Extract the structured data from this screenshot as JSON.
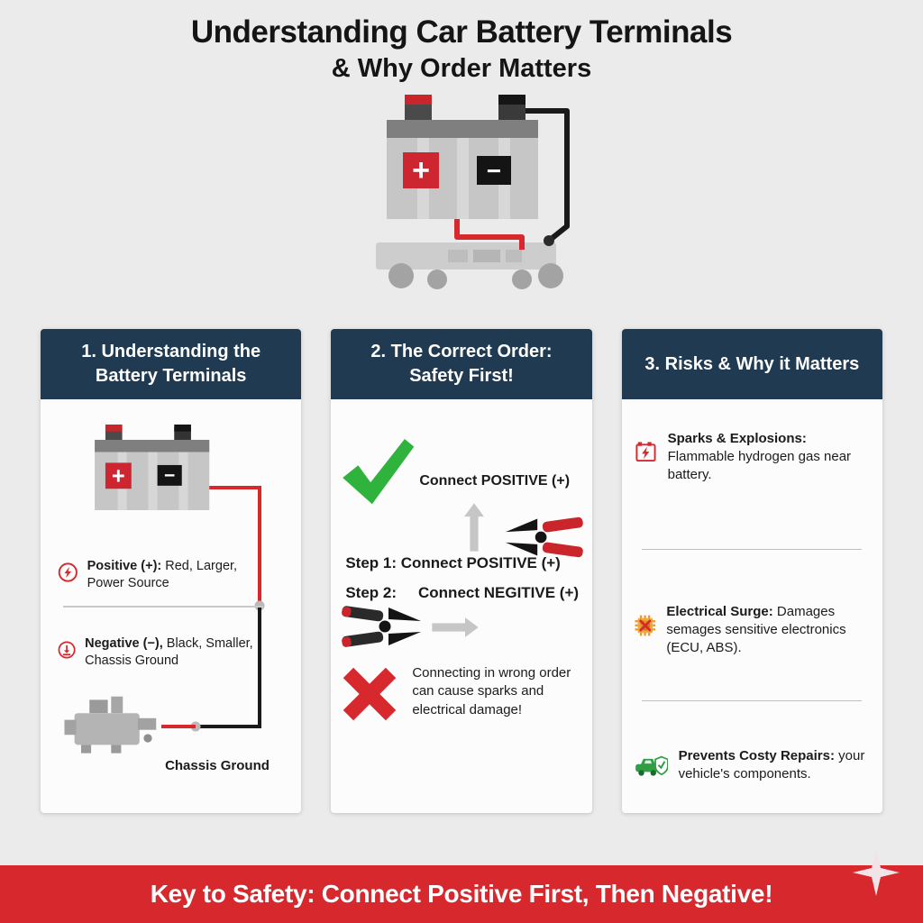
{
  "title": {
    "line1": "Understanding Car Battery Terminals",
    "line2": "& Why Order Matters"
  },
  "symbols": {
    "plus": "+",
    "minus": "−"
  },
  "cards": {
    "terminals": {
      "header": "1. Understanding the Battery Terminals",
      "positive_title": "Positive (+):",
      "positive_desc": " Red, Larger, Power Source",
      "negative_title": "Negative (−),",
      "negative_desc": " Black, Smaller, Chassis Ground",
      "chassis_label": "Chassis Ground"
    },
    "order": {
      "header": "2. The Correct Order: Safety First!",
      "check_label": "Connect POSITIVE (+)",
      "step1_label": "Step 1:",
      "step1_text": " Connect POSITIVE (+)",
      "step2_label": "Step 2:",
      "step2_text": "Connect NEGITIVE (+)",
      "warning_text": "Connecting in wrong order can cause sparks and electrical damage!"
    },
    "risks": {
      "header": "3. Risks & Why it Matters",
      "items": [
        {
          "title": "Sparks & Explosions:",
          "desc": " Flammable hydrogen gas near battery."
        },
        {
          "title": "Electrical Surge:",
          "desc": " Damages semages sensitive electronics (ECU, ABS)."
        },
        {
          "title": "Prevents Costy Repairs:",
          "desc": " your vehicle's components."
        }
      ]
    }
  },
  "footer": {
    "text": "Key to Safety: Connect Positive First, Then Negative!"
  },
  "icons": {
    "positive_bullet": "lightning-in-circle",
    "negative_bullet": "ground-in-circle",
    "correct": "green-check",
    "wrong": "red-x",
    "sparks": "battery-lightning",
    "surge": "chip-with-x",
    "repairs": "car-with-shield",
    "sparkle": "four-point-star"
  },
  "colors": {
    "background": "#ebebeb",
    "header_navy": "#1f3a51",
    "accent_red": "#d7282e",
    "check_green": "#2fb33c",
    "chip_yellow": "#f2a93b",
    "car_green": "#2f9e44",
    "banner_red": "#d7282e"
  }
}
